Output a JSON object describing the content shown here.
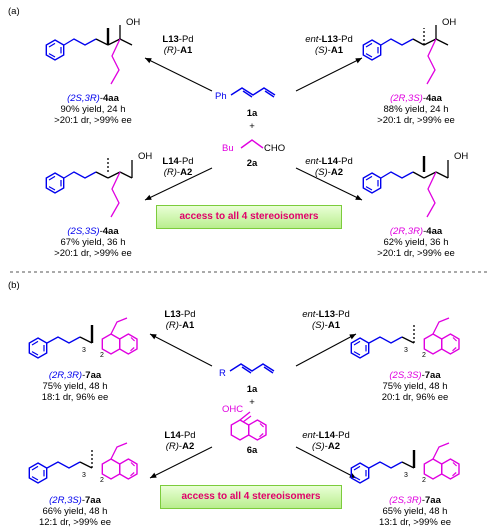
{
  "panel_a": {
    "label": "(a)",
    "reagents": {
      "top_left": {
        "lig": "L13",
        "suf": "-Pd",
        "cfg": "(R)",
        "acid": "A1"
      },
      "top_right": {
        "pre": "ent-",
        "lig": "L13",
        "suf": "-Pd",
        "cfg": "(S)",
        "acid": "A1"
      },
      "bottom_left": {
        "lig": "L14",
        "suf": "-Pd",
        "cfg": "(R)",
        "acid": "A2"
      },
      "bottom_right": {
        "pre": "ent-",
        "lig": "L14",
        "suf": "-Pd",
        "cfg": "(S)",
        "acid": "A2"
      }
    },
    "center": {
      "ph": "Ph",
      "diene_label": "1a",
      "plus": "+",
      "bu": "Bu",
      "cho": "CHO",
      "ald_label": "2a"
    },
    "products": {
      "tl": {
        "stereo": "(2S,3R)",
        "code": "4aa",
        "yield": "90% yield, 24 h",
        "sel": ">20:1 dr, >99% ee"
      },
      "tr": {
        "stereo": "(2R,3S)",
        "code": "4aa",
        "yield": "88% yield, 24 h",
        "sel": ">20:1 dr, >99% ee"
      },
      "bl": {
        "stereo": "(2S,3S)",
        "code": "4aa",
        "yield": "67% yield, 36 h",
        "sel": ">20:1 dr, >99% ee"
      },
      "br": {
        "stereo": "(2R,3R)",
        "code": "4aa",
        "yield": "62% yield, 36 h",
        "sel": ">20:1 dr, >99% ee"
      }
    },
    "oh": "OH",
    "banner": "access to all 4 stereoisomers"
  },
  "panel_b": {
    "label": "(b)",
    "reagents": {
      "top_left": {
        "lig": "L13",
        "suf": "-Pd",
        "cfg": "(R)",
        "acid": "A1"
      },
      "top_right": {
        "pre": "ent-",
        "lig": "L13",
        "suf": "-Pd",
        "cfg": "(S)",
        "acid": "A1"
      },
      "bottom_left": {
        "lig": "L14",
        "suf": "-Pd",
        "cfg": "(R)",
        "acid": "A2"
      },
      "bottom_right": {
        "pre": "ent-",
        "lig": "L14",
        "suf": "-Pd",
        "cfg": "(S)",
        "acid": "A2"
      }
    },
    "center": {
      "r": "R",
      "diene_label": "1a",
      "plus": "+",
      "ohc": "OHC",
      "ald_label": "6a"
    },
    "products": {
      "tl": {
        "stereo": "(2R,3R)",
        "code": "7aa",
        "yield": "75% yield, 48 h",
        "sel": "18:1 dr, 96% ee"
      },
      "tr": {
        "stereo": "(2S,3S)",
        "code": "7aa",
        "yield": "75% yield, 48 h",
        "sel": "20:1 dr, 96% ee"
      },
      "bl": {
        "stereo": "(2R,3S)",
        "code": "7aa",
        "yield": "66% yield, 48 h",
        "sel": "12:1 dr, >99% ee"
      },
      "br": {
        "stereo": "(2S,3R)",
        "code": "7aa",
        "yield": "65% yield, 48 h",
        "sel": "13:1 dr, >99% ee"
      }
    },
    "locants": {
      "c3": "3",
      "c2": "2"
    },
    "banner": "access to all 4 stereoisomers"
  },
  "colors": {
    "blue": "#0000ee",
    "magenta": "#e000e0",
    "banner_text": "#e0006a",
    "banner_green": "#b9ee8e"
  }
}
